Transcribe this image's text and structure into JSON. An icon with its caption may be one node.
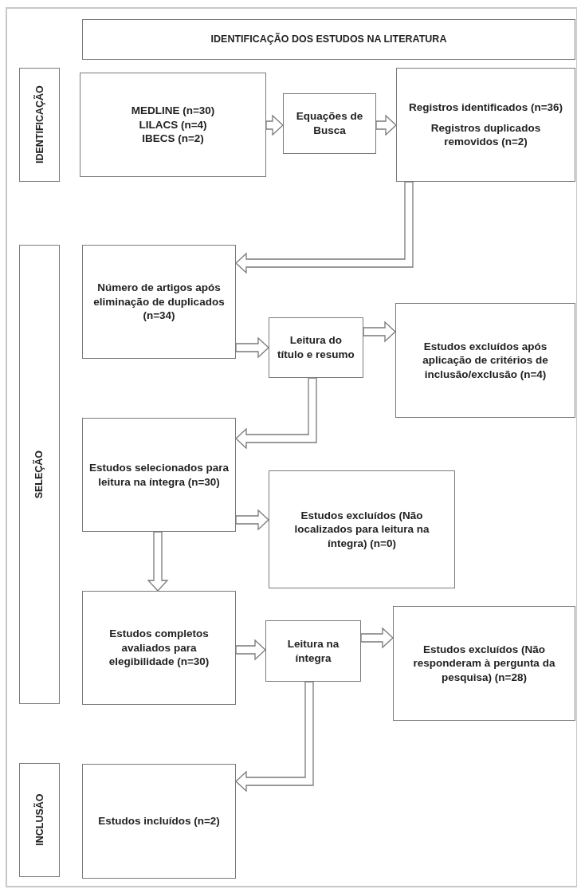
{
  "diagram": {
    "nodes": [
      {
        "text": [
          "IDENTIFICAÇÃO DOS ESTUDOS NA LITERATURA"
        ]
      },
      {
        "text": [
          "IDENTIFICAÇÃO"
        ]
      },
      {
        "text": [
          "MEDLINE (n=30)",
          "LILACS (n=4)",
          "IBECS (n=2)"
        ]
      },
      {
        "text": [
          "Equações de Busca"
        ]
      },
      {
        "text": [
          "Registros identificados (n=36)",
          "Registros duplicados removidos (n=2)"
        ]
      },
      {
        "text": [
          "SELEÇÃO"
        ]
      },
      {
        "text": [
          "Número de artigos após eliminação de duplicados (n=34)"
        ]
      },
      {
        "text": [
          "Leitura do título e resumo"
        ]
      },
      {
        "text": [
          "Estudos excluídos após aplicação de critérios de inclusão/exclusão (n=4)"
        ]
      },
      {
        "text": [
          "Estudos selecionados para leitura na íntegra (n=30)"
        ]
      },
      {
        "text": [
          "Estudos excluídos (Não localizados para leitura na íntegra) (n=0)"
        ]
      },
      {
        "text": [
          "Estudos completos avaliados para elegibilidade (n=30)"
        ]
      },
      {
        "text": [
          "Leitura na íntegra"
        ]
      },
      {
        "text": [
          "Estudos excluídos (Não responderam à pergunta da pesquisa) (n=28)"
        ]
      },
      {
        "text": [
          "INCLUSÃO"
        ]
      },
      {
        "text": [
          "Estudos incluídos (n=2)"
        ]
      }
    ],
    "edges": [
      {
        "from": 2,
        "to": 3,
        "arrow": "to"
      },
      {
        "from": 3,
        "to": 4,
        "arrow": "to"
      },
      {
        "from": 4,
        "to": 6,
        "arrow": "to"
      },
      {
        "from": 6,
        "to": 7,
        "arrow": "to"
      },
      {
        "from": 7,
        "to": 8,
        "arrow": "to"
      },
      {
        "from": 7,
        "to": 9,
        "arrow": "to"
      },
      {
        "from": 9,
        "to": 10,
        "arrow": "to"
      },
      {
        "from": 9,
        "to": 11,
        "arrow": "to"
      },
      {
        "from": 11,
        "to": 12,
        "arrow": "to"
      },
      {
        "from": 12,
        "to": 13,
        "arrow": "to"
      },
      {
        "from": 12,
        "to": 15,
        "arrow": "to"
      }
    ]
  }
}
